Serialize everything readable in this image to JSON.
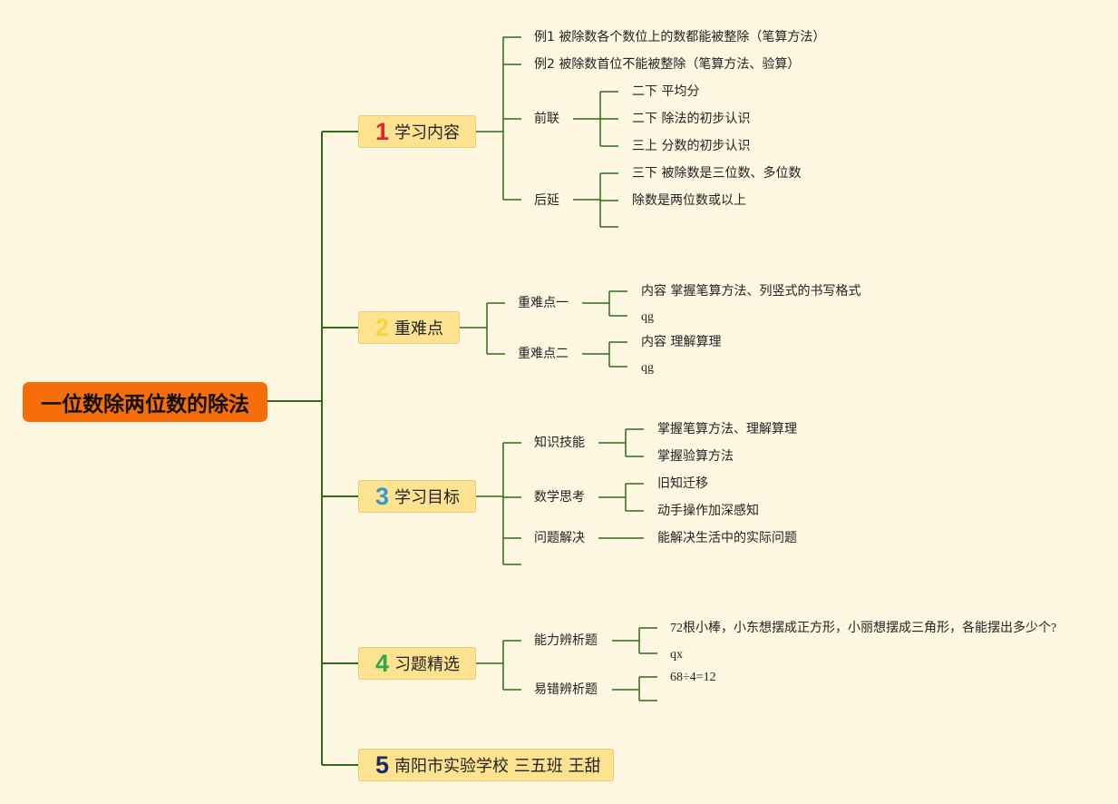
{
  "root": "一位数除两位数的除法",
  "branches": {
    "b1": {
      "num": "1",
      "label": "学习内容",
      "color": "#e0262b"
    },
    "b2": {
      "num": "2",
      "label": "重难点",
      "color": "#f7d23a"
    },
    "b3": {
      "num": "3",
      "label": "学习目标",
      "color": "#2f9bd6"
    },
    "b4": {
      "num": "4",
      "label": "习题精选",
      "color": "#2ea84a"
    },
    "b5": {
      "num": "5",
      "label": "南阳市实验学校 三五班 王甜",
      "color": "#1c2a6b"
    }
  },
  "b1": {
    "ex1": "例1 被除数各个数位上的数都能被整除（笔算方法）",
    "ex2": "例2 被除数首位不能被整除（笔算方法、验算）",
    "qianlian": "前联",
    "ql1": "二下 平均分",
    "ql2": "二下 除法的初步认识",
    "ql3": "三上 分数的初步认识",
    "houyan": "后延",
    "hy1": "三下 被除数是三位数、多位数",
    "hy2": "除数是两位数或以上"
  },
  "b2": {
    "p1": "重难点一",
    "p1a": "内容 掌握笔算方法、列竖式的书写格式",
    "p1b": "qg",
    "p2": "重难点二",
    "p2a": "内容 理解算理",
    "p2b": "qg"
  },
  "b3": {
    "g1": "知识技能",
    "g1a": "掌握笔算方法、理解算理",
    "g1b": "掌握验算方法",
    "g2": "数学思考",
    "g2a": "旧知迁移",
    "g2b": "动手操作加深感知",
    "g3": "问题解决",
    "g3a": "能解决生活中的实际问题"
  },
  "b4": {
    "q1": "能力辨析题",
    "q1a": "72根小棒，小东想摆成正方形，小丽想摆成三角形，各能摆出多少个?",
    "q1b": "qx",
    "q2": "易错辨析题",
    "q2a": "68÷4=12"
  },
  "colors": {
    "line": "#2e6b1a",
    "root": "#f56e0a",
    "branch": "#fde390"
  }
}
